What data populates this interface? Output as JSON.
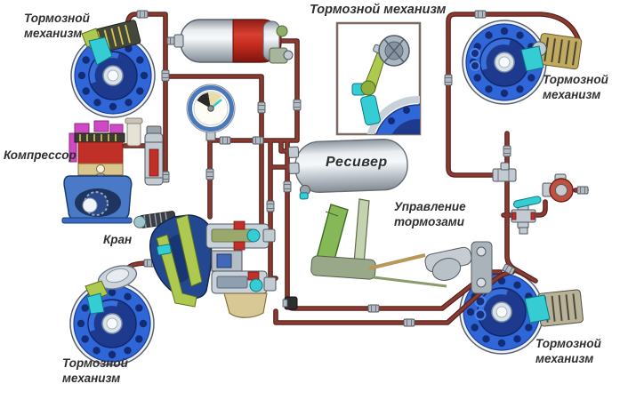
{
  "labels": {
    "brake_top_left": {
      "line1": "Тормозной",
      "line2": "механизм"
    },
    "brake_inset_title": "Тормозной механизм",
    "brake_top_right": {
      "line1": "Тормозной",
      "line2": "механизм"
    },
    "brake_bottom_left": {
      "line1": "Тормозной",
      "line2": "механизм"
    },
    "brake_bottom_right": {
      "line1": "Тормозной",
      "line2": "механизм"
    },
    "compressor": "Компрессор",
    "valve": "Кран",
    "receiver": "Ресивер",
    "brake_control": {
      "line1": "Управление",
      "line2": "тормозами"
    }
  },
  "colors": {
    "pipe": "#8a3a30",
    "pipe-dark": "#53201b",
    "drum-blue": "#2f66d8",
    "drum-navy": "#1d3a8e",
    "drum-hole": "#132c74",
    "cyan-part": "#35ccd4",
    "green-part": "#aec94f",
    "red-part": "#c03028",
    "magenta-part": "#cf49c4",
    "tank-edge": "#5a6470",
    "label-text": "#2f2f2f"
  }
}
